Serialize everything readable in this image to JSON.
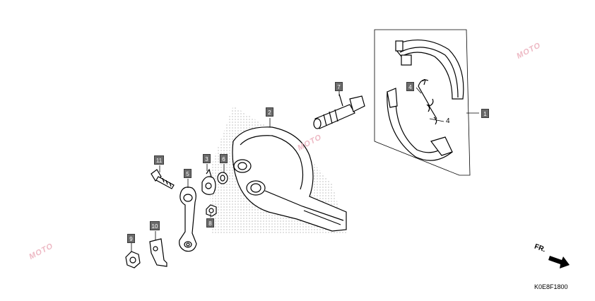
{
  "callouts": {
    "c1": "1",
    "c2": "2",
    "c3": "3",
    "c4": "4",
    "c5": "5",
    "c6": "6",
    "c7": "7",
    "c8": "8",
    "c9": "9",
    "c10": "10",
    "c11": "11"
  },
  "plain_label_4": "4",
  "fr_label": "FR.",
  "diagram_code": "K0E8F1800",
  "watermark": "MOTO"
}
